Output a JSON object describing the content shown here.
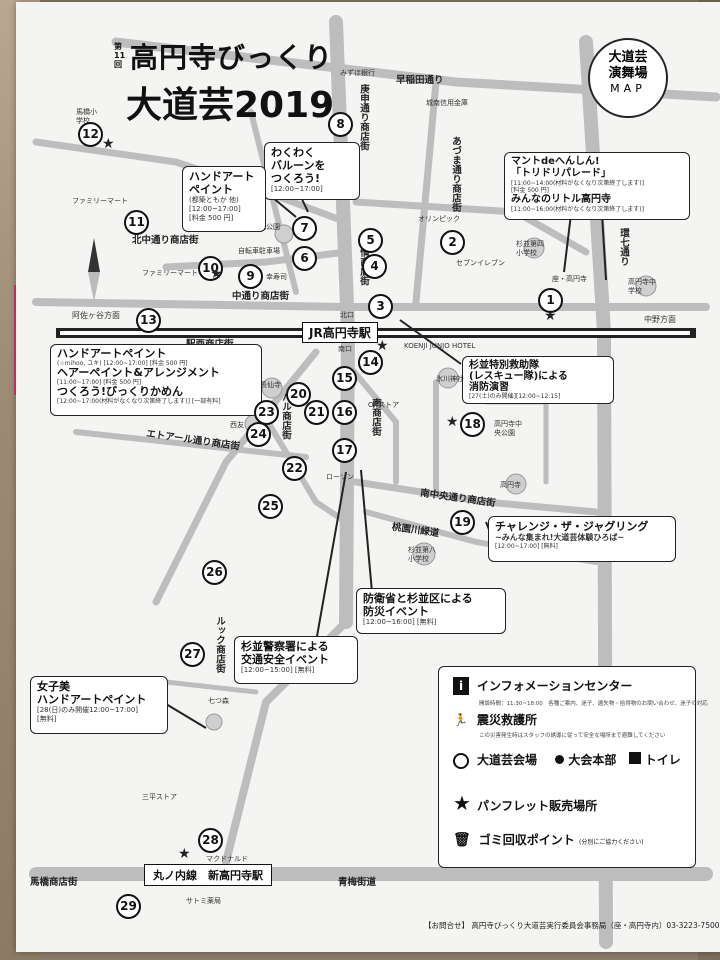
{
  "title": {
    "kai": "第11回",
    "line1": "高円寺びっくり",
    "line2": "大道芸2019"
  },
  "map_badge": {
    "line1": "大道芸",
    "line2": "演舞場",
    "line3": "MAP"
  },
  "stations": {
    "koenji": "JR高円寺駅",
    "shin_koenji": "丸ノ内線　新高円寺駅"
  },
  "street_labels": {
    "waseda": "早稲田通り",
    "kannana": "環七通り",
    "nakano": "中野方面",
    "asagaya": "阿佐ヶ谷方面",
    "ekinishi": "駅西商店街",
    "kitanaka": "北中通り商店街",
    "nakadori": "中通り商店街",
    "family1": "ファミリーマート",
    "family2": "ファミリーマート",
    "kounan": "南中央通り商店街",
    "momozono": "桃園川緑道",
    "etoile": "エトアール通り商店街",
    "look": "ルック商店街",
    "babashi": "馬橋商店街",
    "oume": "青梅街道",
    "azuma": "あづま通り商店街",
    "kouendo": "庚申通り商店街",
    "junjo": "純情商店街",
    "pal": "パル商店街",
    "nanbu": "南商店街",
    "mizuho": "みずほ銀行",
    "josei": "城南信用金庫",
    "olympic": "オリンピック",
    "seven": "セブンイレブン",
    "hikawa": "氷川神社",
    "koenjitemple": "高円寺",
    "chuo_park": "高円寺中央公園",
    "sugi8": "杉並第八小学校",
    "sugi4": "杉並第四小学校",
    "koenji_jhs": "高円寺中学校",
    "koenji_north": "高円寺北公園",
    "jitensha": "自転車駐車場",
    "sakurada": "幸寿司",
    "nagasendo": "長仙寺",
    "saiyu": "西友",
    "okstore": "OKストア",
    "lawson": "ローソン",
    "nanatsumori": "七つ森",
    "sanpei": "三平ストア",
    "mac": "マクドナルド",
    "satomi": "サトミ薬局",
    "hotel": "KOENJI JUNJO HOTEL",
    "umabashi_school": "馬橋小学校",
    "za_koenji": "座・高円寺",
    "kitanakaiguchi": "北口",
    "minamiguchi": "南口"
  },
  "events": {
    "balloon": {
      "title": "わくわく\nバルーンを\nつくろう!",
      "time": "[12:00~17:00]"
    },
    "handart1": {
      "title": "ハンドアート\nペイント",
      "sub": "(都築ともか 他)\n[12:00~17:00]\n[料金 500 円]"
    },
    "mantode": {
      "title": "マントdeへんしん!\n「トリドリパレード」",
      "sub": "[11:00~14:00(材料がなくなり次第終了します)]\n[料金 500 円]",
      "title2": "みんなのリトル高円寺",
      "sub2": "[11:00~16:00(材料がなくなり次第終了します)]"
    },
    "handart2": {
      "line1": "ハンドアートペイント",
      "line1sub": "(☆mihoo, ユキ) [12:00~17:00] [料金 500 円]",
      "line2": "ヘアーペイント&アレンジメント",
      "line2sub": "[11:00~17:00] [料金 500 円]",
      "line3": "つくろう!びっくりかめん",
      "line3sub": "[12:00~17:00(材料がなくなり次第終了します)] [一部有料]"
    },
    "rescue": {
      "title": "杉並特別救助隊\n(レスキュー隊)による\n消防演習",
      "sub": "[27(土)のみ開催][12:00~12:15]"
    },
    "juggling": {
      "title": "チャレンジ・ザ・ジャグリング",
      "sub": "~みんな集まれ!大道芸体験ひろば~",
      "time": "[12:00~17:00] [無料]"
    },
    "bousai": {
      "title": "防衛省と杉並区による\n防災イベント",
      "sub": "[12:00~16:00] [無料]"
    },
    "police": {
      "title": "杉並警察署による\n交通安全イベント",
      "sub": "[12:00~15:00] [無料]"
    },
    "joshibi": {
      "title": "女子美\nハンドアートペイント",
      "sub": "[28(日)のみ開催12:00~17:00]\n[無料]"
    }
  },
  "legend": {
    "info": "インフォメーションセンター",
    "info_note": "開設時間：11:30~18:00　各種ご案内、迷子、遺失物・拾得物のお問い合わせ、迷子の対応",
    "rescue": "震災救護所",
    "rescue_note": "この災害発生時はスタッフの誘導に従って安全な場所まで避難してください",
    "venue": "大道芸会場",
    "hq": "大会本部",
    "toilet": "トイレ",
    "pamphlet": "パンフレット販売場所",
    "trash": "ゴミ回収ポイント",
    "trash_note": "(分別にご協力ください)"
  },
  "footer": "【お問合せ】 高円寺びっくり大道芸実行委員会事務局（座・高円寺内）03-3223-7500",
  "venue_numbers": [
    "1",
    "2",
    "3",
    "4",
    "5",
    "6",
    "7",
    "8",
    "9",
    "10",
    "11",
    "12",
    "13",
    "14",
    "15",
    "16",
    "17",
    "18",
    "19",
    "20",
    "21",
    "22",
    "23",
    "24",
    "25",
    "26",
    "27",
    "28",
    "29"
  ]
}
